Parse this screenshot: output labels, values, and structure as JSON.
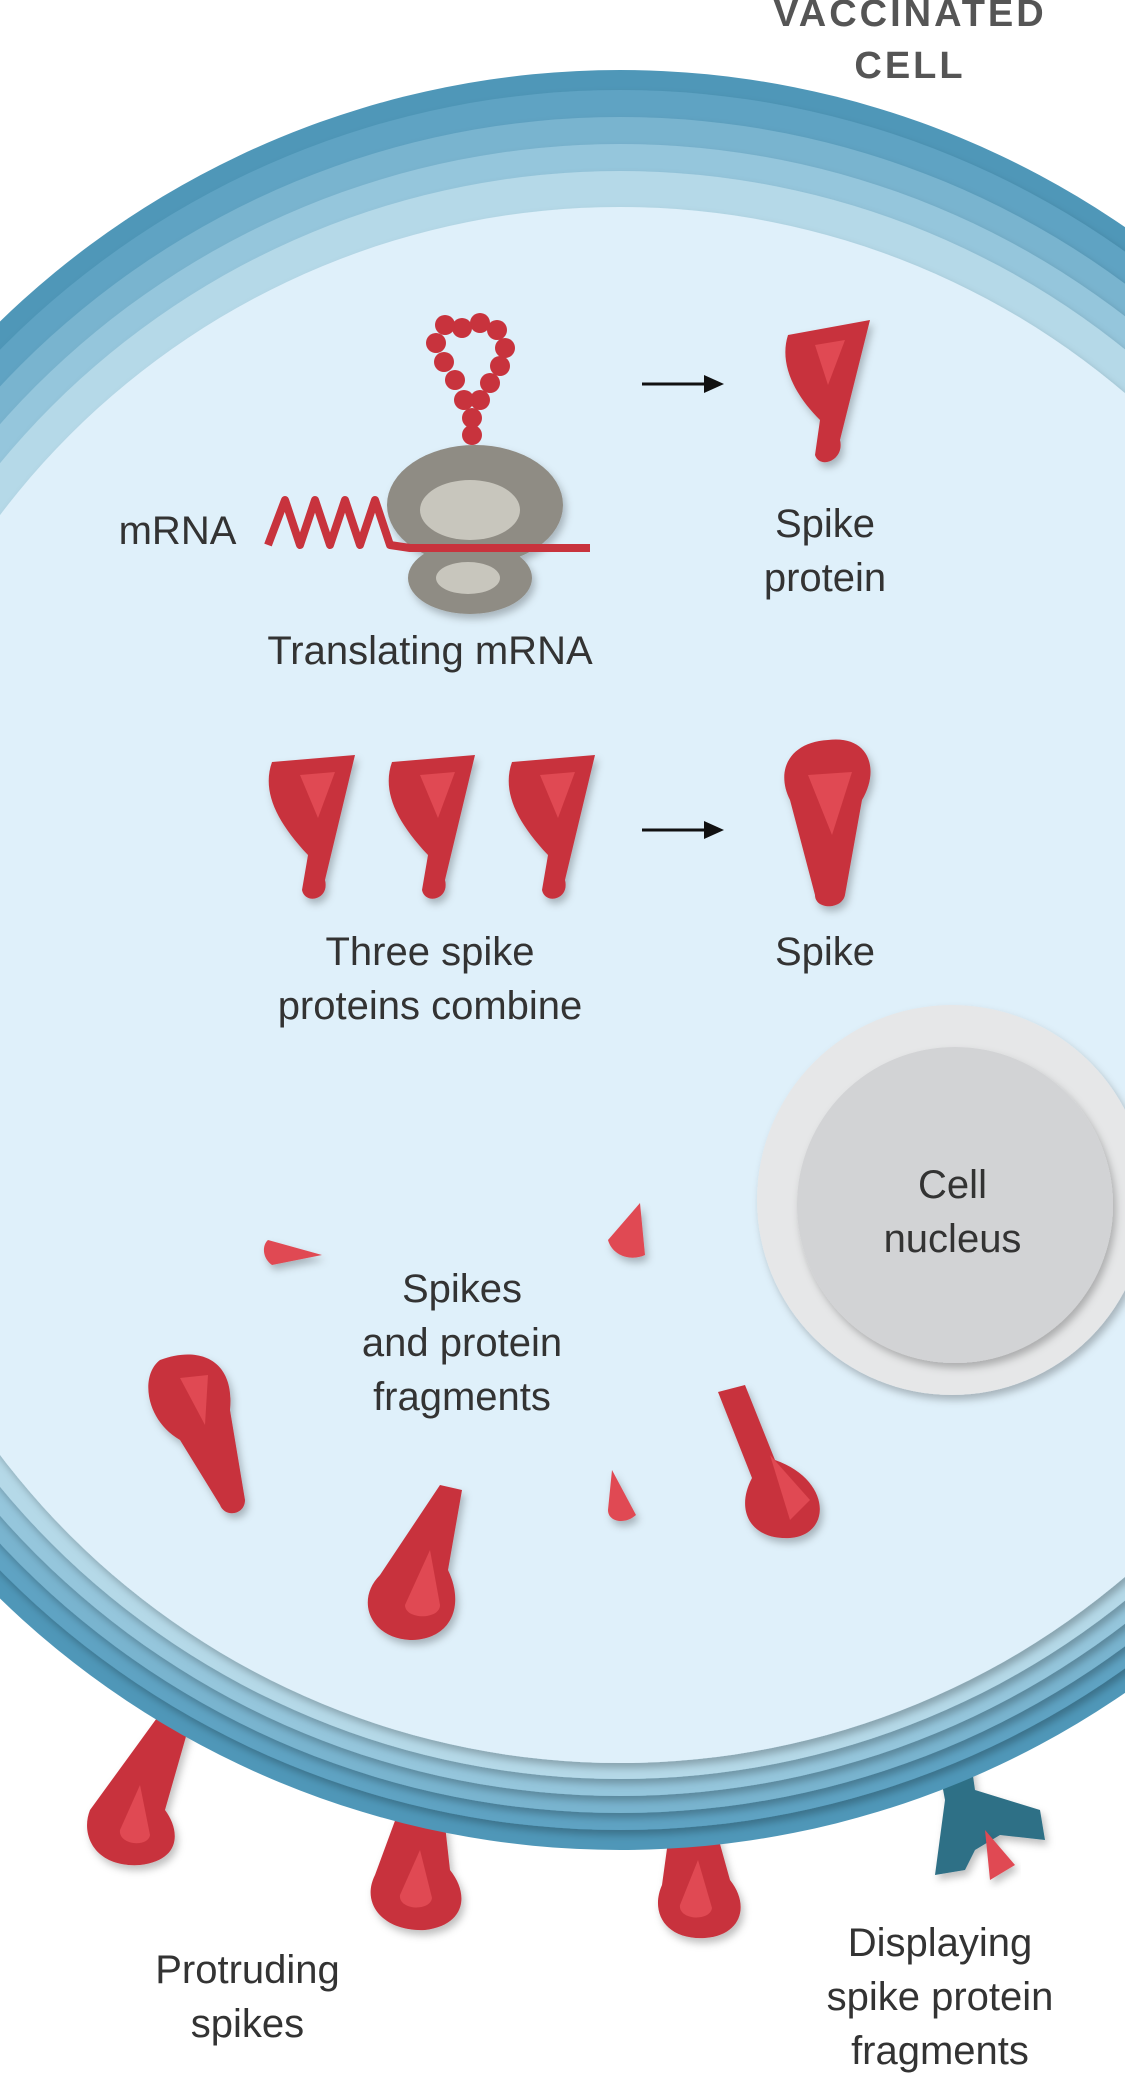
{
  "title": {
    "line1": "VACCINATED",
    "line2": "CELL"
  },
  "labels": {
    "mrna": "mRNA",
    "translating": "Translating mRNA",
    "spike_protein": {
      "line1": "Spike",
      "line2": "protein"
    },
    "three_spike": {
      "line1": "Three spike",
      "line2": "proteins combine"
    },
    "spike": "Spike",
    "nucleus": {
      "line1": "Cell",
      "line2": "nucleus"
    },
    "fragments": {
      "line1": "Spikes",
      "line2": "and protein",
      "line3": "fragments"
    },
    "protruding": {
      "line1": "Protruding",
      "line2": "spikes"
    },
    "displaying": {
      "line1": "Displaying",
      "line2": "spike protein",
      "line3": "fragments"
    }
  },
  "colors": {
    "membrane_outer": "#4f97b8",
    "membrane_rings": [
      "#5ea3c3",
      "#79b4cf",
      "#95c6dc",
      "#b5d9e8"
    ],
    "cytoplasm": "#dff0fa",
    "spike_red": "#c8333d",
    "spike_inner": "#e04952",
    "ribosome": "#8f8c84",
    "nucleus": "#d2d3d5",
    "antibody_teal": "#2f6f86",
    "arrow": "#111111"
  }
}
